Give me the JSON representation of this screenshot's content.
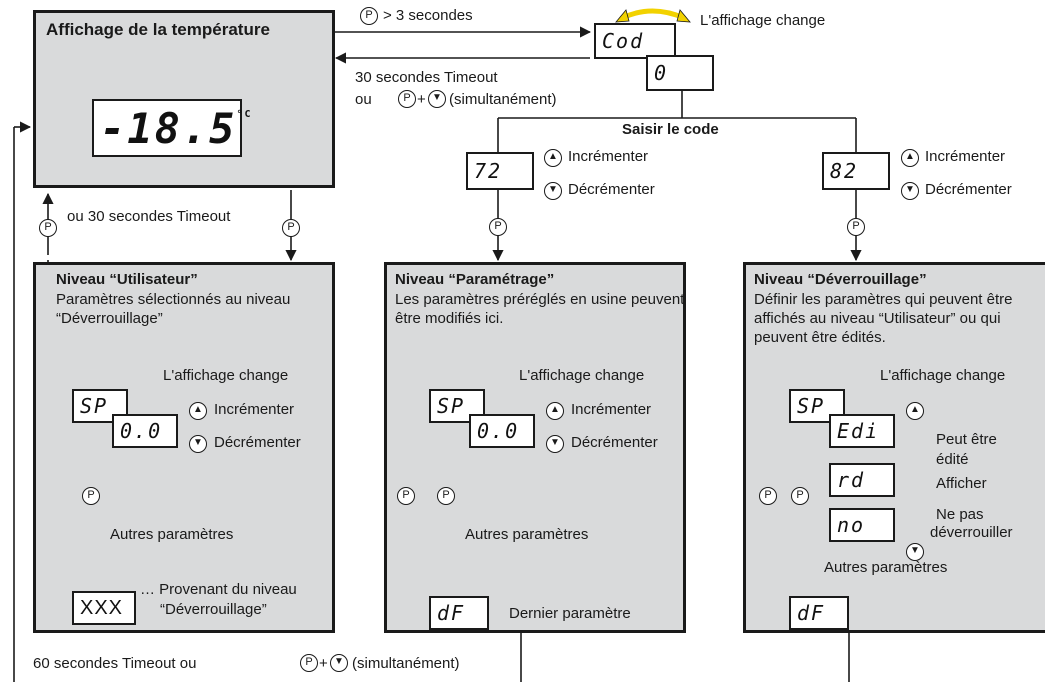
{
  "temp_box": {
    "title": "Affichage de la température",
    "value": "-18.5",
    "unit": "°C"
  },
  "p_button": "P",
  "top_arrow_label": "> 3 secondes",
  "display_change": "L'affichage change",
  "code_display": "Cod",
  "code_value": "0",
  "timeout_label": "30 secondes Timeout",
  "or_label": "ou",
  "simultaneous": "(simultanément)",
  "saisir_code": "Saisir le code",
  "code_72": "72",
  "code_82": "82",
  "incrementer": "Incrémenter",
  "decrementer": "Décrémenter",
  "left_timeout": "ou 30 secondes Timeout",
  "user_panel": {
    "title": "Niveau “Utilisateur”",
    "desc": "Paramètres sélectionnés au niveau “Déverrouillage”",
    "sp": "SP",
    "value": "0.0",
    "autres": "Autres paramètres",
    "dots": "⋮",
    "xxx": "XXX",
    "provenant": "… Provenant du niveau",
    "provenant2": "“Déverrouillage”"
  },
  "param_panel": {
    "title": "Niveau “Paramétrage”",
    "desc": "Les paramètres préréglés en usine peuvent être modifiés ici.",
    "sp": "SP",
    "value": "0.0",
    "autres": "Autres paramètres",
    "df": "dF",
    "dernier": "Dernier paramètre"
  },
  "unlock_panel": {
    "title": "Niveau “Déverrouillage”",
    "desc": "Définir les paramètres qui peuvent être affichés au niveau “Utilisateur” ou qui peuvent être édités.",
    "sp": "SP",
    "edi": "Edi",
    "peut_etre": "Peut être",
    "edite": "édité",
    "rd": "rd",
    "afficher": "Afficher",
    "no": "no",
    "ne_pas": "Ne pas",
    "deverrouiller": "déverrouiller",
    "autres": "Autres paramètres",
    "df": "dF"
  },
  "bottom_label": "60 secondes Timeout ou",
  "colors": {
    "panel": "#d9dadb",
    "arrow_yellow": "#f2d200",
    "line": "#1a1a1a"
  }
}
